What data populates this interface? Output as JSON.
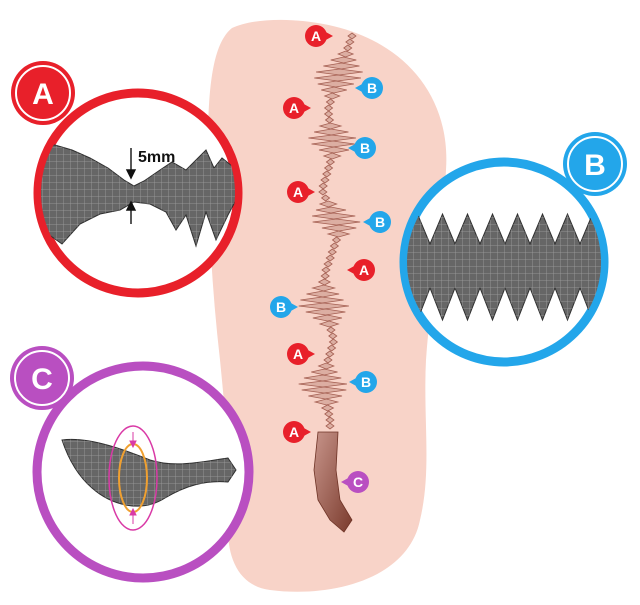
{
  "labels": {
    "A": "A",
    "B": "B",
    "C": "C"
  },
  "measurement": "5mm",
  "colors": {
    "a_red": "#e8202a",
    "b_blue": "#23a6ea",
    "c_purple": "#b94fc1",
    "body_pink": "#f8d3c8",
    "canal": "#c99182",
    "mesh": "#6a6a6a",
    "mesh_line": "#bdbdbd"
  }
}
